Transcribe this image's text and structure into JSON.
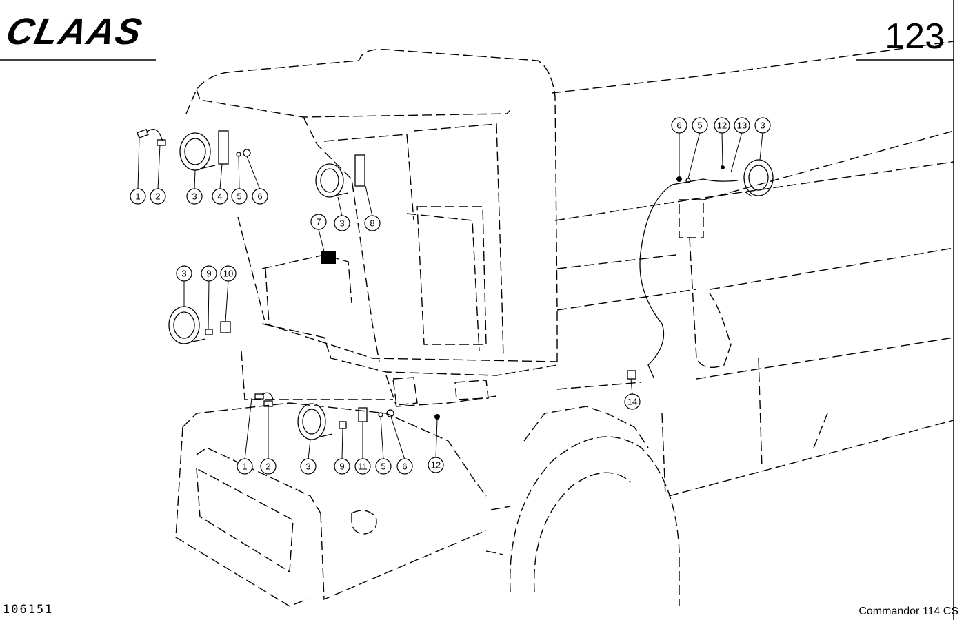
{
  "header": {
    "brand": "CLAAS",
    "page_number": "123"
  },
  "footer": {
    "drawing_number": "106151",
    "model": "Commandor 114 CS"
  },
  "callouts": [
    {
      "id": "c1a",
      "label": "1"
    },
    {
      "id": "c2a",
      "label": "2"
    },
    {
      "id": "c3a",
      "label": "3"
    },
    {
      "id": "c4a",
      "label": "4"
    },
    {
      "id": "c5a",
      "label": "5"
    },
    {
      "id": "c6a",
      "label": "6"
    },
    {
      "id": "c7",
      "label": "7"
    },
    {
      "id": "c3b",
      "label": "3"
    },
    {
      "id": "c8",
      "label": "8"
    },
    {
      "id": "c3c",
      "label": "3"
    },
    {
      "id": "c9a",
      "label": "9"
    },
    {
      "id": "c10",
      "label": "10"
    },
    {
      "id": "c1b",
      "label": "1"
    },
    {
      "id": "c2b",
      "label": "2"
    },
    {
      "id": "c3d",
      "label": "3"
    },
    {
      "id": "c9b",
      "label": "9"
    },
    {
      "id": "c11",
      "label": "11"
    },
    {
      "id": "c5b",
      "label": "5"
    },
    {
      "id": "c6b",
      "label": "6"
    },
    {
      "id": "c12a",
      "label": "12"
    },
    {
      "id": "c6c",
      "label": "6"
    },
    {
      "id": "c5c",
      "label": "5"
    },
    {
      "id": "c12b",
      "label": "12"
    },
    {
      "id": "c13",
      "label": "13"
    },
    {
      "id": "c3e",
      "label": "3"
    },
    {
      "id": "c14",
      "label": "14"
    }
  ]
}
